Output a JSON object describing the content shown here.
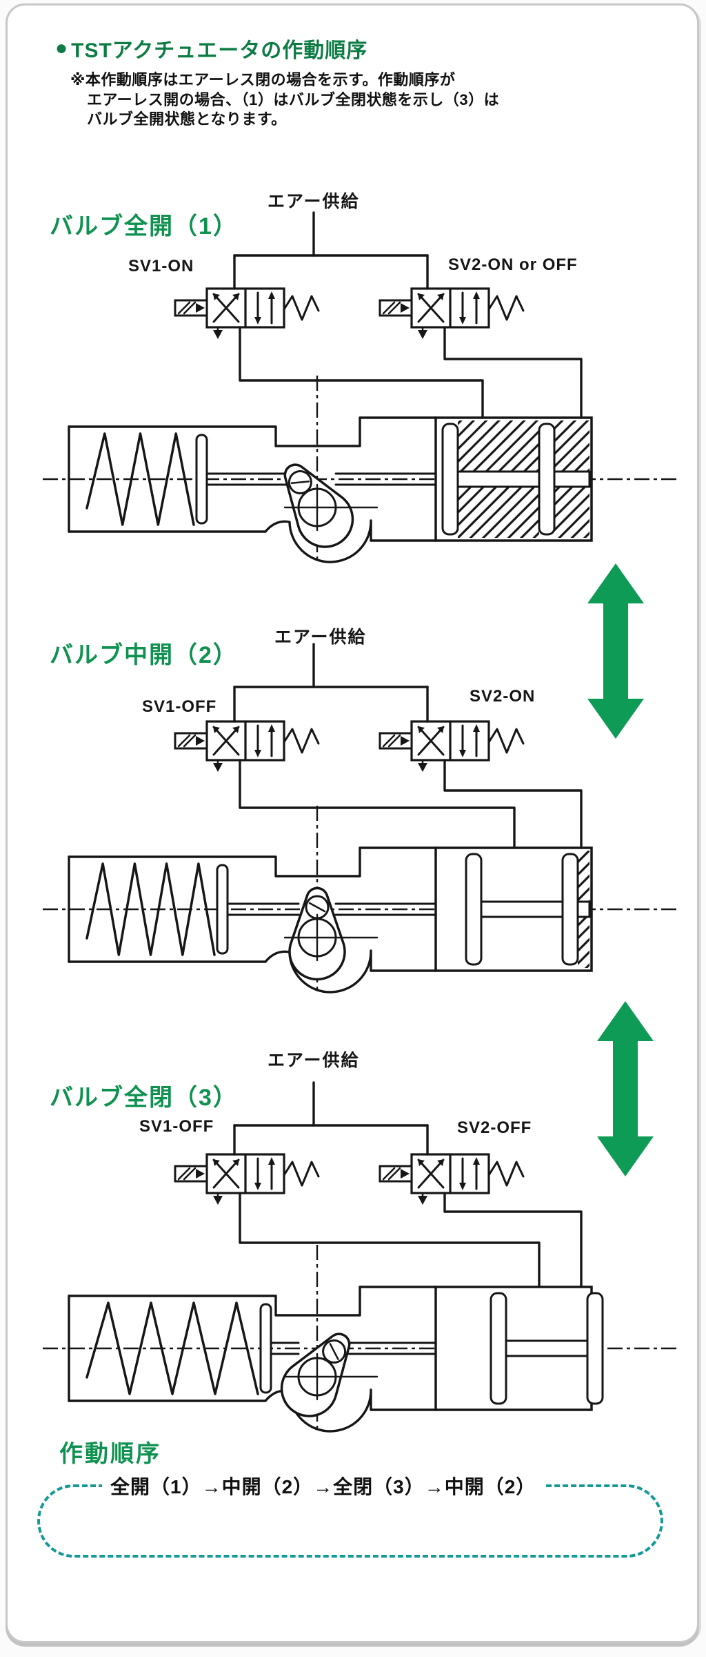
{
  "header": {
    "bullet": "●",
    "title": "TSTアクチュエータの作動順序",
    "note_lines": [
      "※本作動順序はエアーレス閉の場合を示す。作動順序が",
      "エアーレス開の場合、（1）はバルブ全閉状態を示し（3）は",
      "バルブ全開状態となります。"
    ]
  },
  "sections": [
    {
      "label": "バルブ全開（1）",
      "air_supply": "エアー供給",
      "sv1": "SV1-ON",
      "sv2": "SV2-ON or OFF"
    },
    {
      "label": "バルブ中開（2）",
      "air_supply": "エアー供給",
      "sv1": "SV1-OFF",
      "sv2": "SV2-ON"
    },
    {
      "label": "バルブ全閉（3）",
      "air_supply": "エアー供給",
      "sv1": "SV1-OFF",
      "sv2": "SV2-OFF"
    }
  ],
  "footer": {
    "title": "作動順序",
    "sequence": "全開（1）→中開（2）→全閉（3）→中開（2）"
  },
  "colors": {
    "heading_green": "#0d7c44",
    "label_green": "#0f9150",
    "arrow_green": "#0e9b55",
    "sequence_dash_teal": "#139a96",
    "ink": "#161616"
  }
}
